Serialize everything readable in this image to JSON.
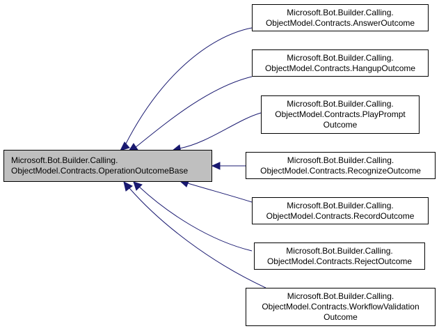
{
  "diagram": {
    "colors": {
      "edge": "#191970",
      "base_fill": "#bfbfbf",
      "node_fill": "#ffffff",
      "border": "#000000"
    },
    "base_node": {
      "line1": "Microsoft.Bot.Builder.Calling.",
      "line2": "ObjectModel.Contracts.OperationOutcomeBase"
    },
    "derived_nodes": [
      {
        "id": "answer",
        "lines": [
          "Microsoft.Bot.Builder.Calling.",
          "ObjectModel.Contracts.AnswerOutcome"
        ]
      },
      {
        "id": "hangup",
        "lines": [
          "Microsoft.Bot.Builder.Calling.",
          "ObjectModel.Contracts.HangupOutcome"
        ]
      },
      {
        "id": "playprompt",
        "lines": [
          "Microsoft.Bot.Builder.Calling.",
          "ObjectModel.Contracts.PlayPrompt",
          "Outcome"
        ]
      },
      {
        "id": "recognize",
        "lines": [
          "Microsoft.Bot.Builder.Calling.",
          "ObjectModel.Contracts.RecognizeOutcome"
        ]
      },
      {
        "id": "record",
        "lines": [
          "Microsoft.Bot.Builder.Calling.",
          "ObjectModel.Contracts.RecordOutcome"
        ]
      },
      {
        "id": "reject",
        "lines": [
          "Microsoft.Bot.Builder.Calling.",
          "ObjectModel.Contracts.RejectOutcome"
        ]
      },
      {
        "id": "workflow",
        "lines": [
          "Microsoft.Bot.Builder.Calling.",
          "ObjectModel.Contracts.WorkflowValidation",
          "Outcome"
        ]
      }
    ]
  }
}
